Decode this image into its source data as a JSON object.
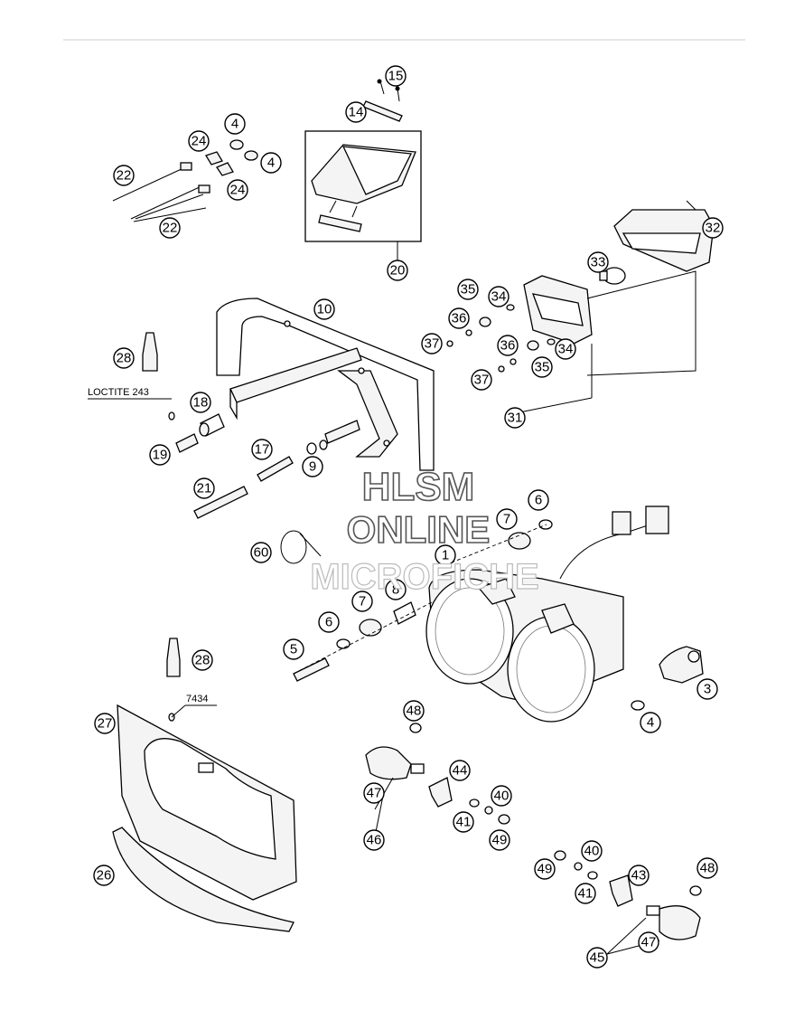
{
  "labels": {
    "loctite": "LOCTITE 243",
    "glue_ref": "7434"
  },
  "watermark": {
    "line1": "HLSM",
    "line2": "ONLINE",
    "line3": "MICROFICHE"
  },
  "callouts": [
    "1",
    "3",
    "4",
    "4",
    "4",
    "5",
    "6",
    "6",
    "7",
    "7",
    "8",
    "9",
    "10",
    "14",
    "15",
    "17",
    "18",
    "19",
    "20",
    "21",
    "22",
    "22",
    "24",
    "24",
    "26",
    "27",
    "28",
    "28",
    "31",
    "32",
    "33",
    "34",
    "34",
    "35",
    "35",
    "36",
    "36",
    "37",
    "37",
    "40",
    "40",
    "41",
    "41",
    "43",
    "44",
    "45",
    "46",
    "47",
    "47",
    "48",
    "48",
    "49",
    "49",
    "60"
  ]
}
